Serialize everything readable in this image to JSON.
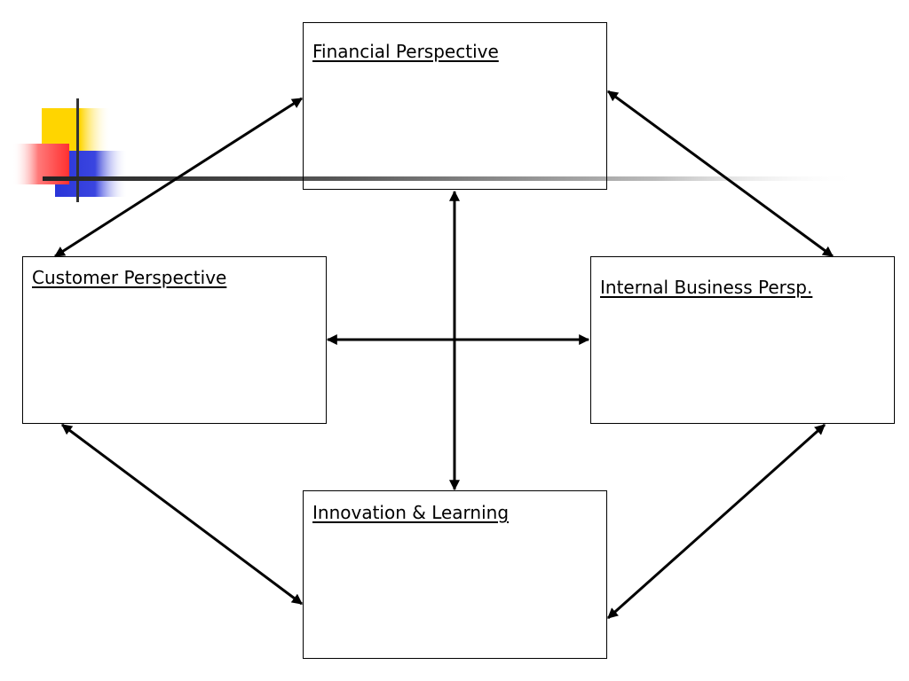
{
  "colors": {
    "accent_yellow": "#FFD500",
    "accent_red": "#FF4A4A",
    "accent_blue": "#2A35D8",
    "rule": "#333333",
    "stroke": "#000000",
    "background": "#FFFFFF"
  },
  "diagram": {
    "boxes": {
      "financial": {
        "label": "Financial Perspective"
      },
      "customer": {
        "label": "Customer Perspective"
      },
      "internal": {
        "label": "Internal Business Persp."
      },
      "innovation": {
        "label": "Innovation & Learning"
      }
    },
    "connections": [
      {
        "from": "financial",
        "to": "customer",
        "type": "bidirectional"
      },
      {
        "from": "financial",
        "to": "internal",
        "type": "bidirectional"
      },
      {
        "from": "customer",
        "to": "innovation",
        "type": "bidirectional"
      },
      {
        "from": "internal",
        "to": "innovation",
        "type": "bidirectional"
      },
      {
        "from": "financial",
        "to": "innovation",
        "type": "bidirectional"
      },
      {
        "from": "customer",
        "to": "internal",
        "type": "bidirectional"
      }
    ]
  }
}
